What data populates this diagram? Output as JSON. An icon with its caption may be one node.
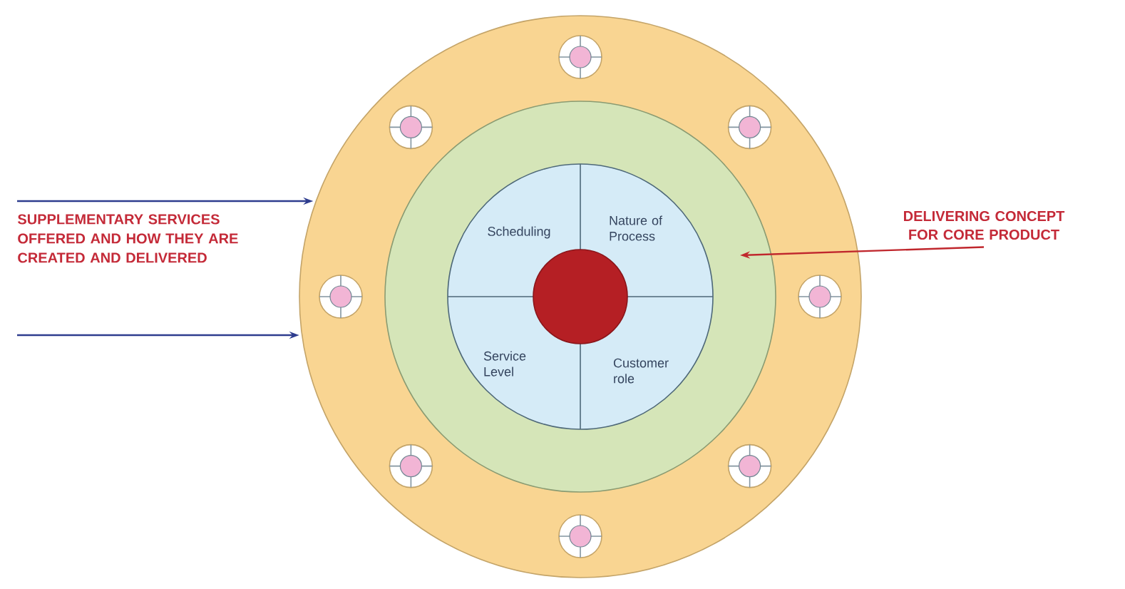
{
  "diagram": {
    "nodes": [
      {
        "text": [],
        "shape": "circle"
      },
      {
        "text": [],
        "shape": "circle",
        "in": 0
      },
      {
        "text": [],
        "shape": "circle",
        "in": 1
      },
      {
        "text": [
          "Scheduling"
        ],
        "in": 2
      },
      {
        "text": [
          "Nature of Process"
        ],
        "in": 2
      },
      {
        "text": [],
        "shape": "circle",
        "in": 2
      },
      {
        "text": [
          "Service Level"
        ],
        "in": 2
      },
      {
        "text": [
          "Customer role"
        ],
        "in": 2
      },
      {
        "text": [],
        "shape": "circle",
        "in": 0
      },
      {
        "text": [],
        "shape": "circle",
        "in": 0
      },
      {
        "text": [],
        "shape": "circle",
        "in": 0
      },
      {
        "text": [],
        "shape": "circle",
        "in": 0
      },
      {
        "text": [],
        "shape": "circle",
        "in": 0
      },
      {
        "text": [],
        "shape": "circle",
        "in": 0
      },
      {
        "text": [],
        "shape": "circle",
        "in": 0
      },
      {
        "text": [],
        "shape": "circle",
        "in": 0
      },
      {
        "text": [
          "DELIVERING CONCEPT FOR CORE PRODUCT"
        ]
      }
    ],
    "edges": [
      {
        "from": null,
        "to": 0,
        "arrow": "to"
      },
      {
        "from": null,
        "to": 0,
        "arrow": "to"
      },
      {
        "from": 16,
        "to": 1,
        "arrow": "to",
        "color": "#c0272d"
      }
    ],
    "labels": [
      "SUPPLEMENTARY SERVICES OFFERED AND HOW THEY ARE CREATED AND DELIVERED"
    ]
  }
}
